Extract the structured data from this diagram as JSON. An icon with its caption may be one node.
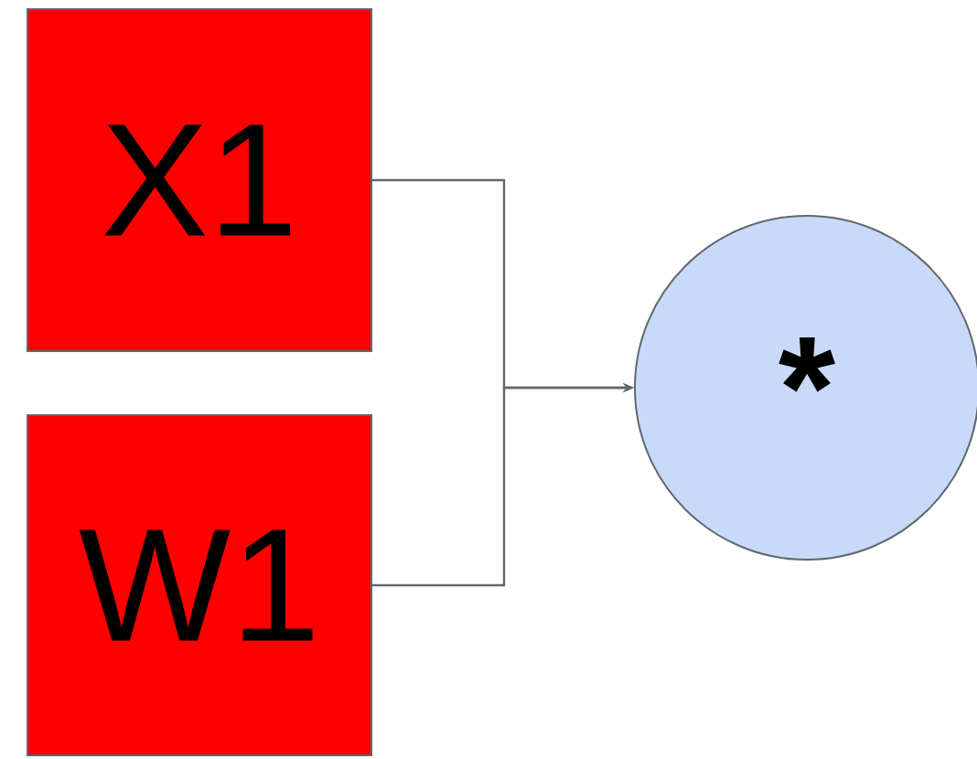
{
  "diagram": {
    "nodes": [
      {
        "text": [
          "X1"
        ]
      },
      {
        "text": [
          "W1"
        ]
      },
      {
        "text": [
          "*"
        ]
      }
    ],
    "edges": [
      {
        "from": 0,
        "to": 2,
        "arrow": "to"
      },
      {
        "from": 1,
        "to": 2,
        "arrow": "to"
      }
    ]
  }
}
